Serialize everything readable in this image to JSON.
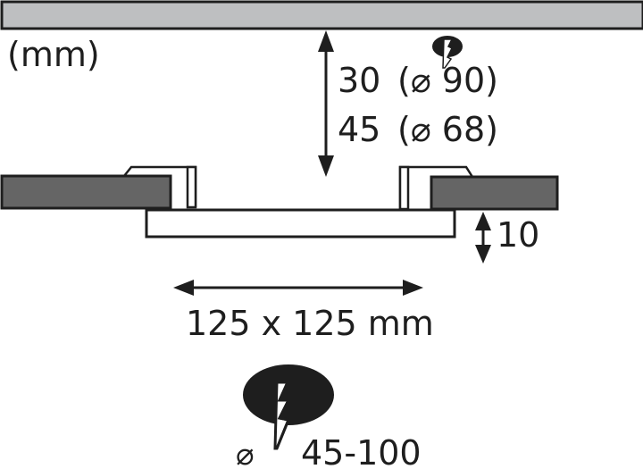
{
  "diagram": {
    "unit_label": "(mm)",
    "depth_options": [
      {
        "depth": "30",
        "cutout": "(⌀ 90)"
      },
      {
        "depth": "45",
        "cutout": "(⌀ 68)"
      }
    ],
    "height_label": "10",
    "size_label": "125 x 125 mm",
    "cutout_range": {
      "symbol": "⌀",
      "value": "45-100"
    },
    "icons": [
      "drill-hole-icon-small",
      "drill-hole-icon-large"
    ],
    "colors": {
      "ceiling_fill": "#bebfc1",
      "panel_fill": "#656565",
      "stroke": "#1e1e1e",
      "background": "#ffffff"
    }
  }
}
